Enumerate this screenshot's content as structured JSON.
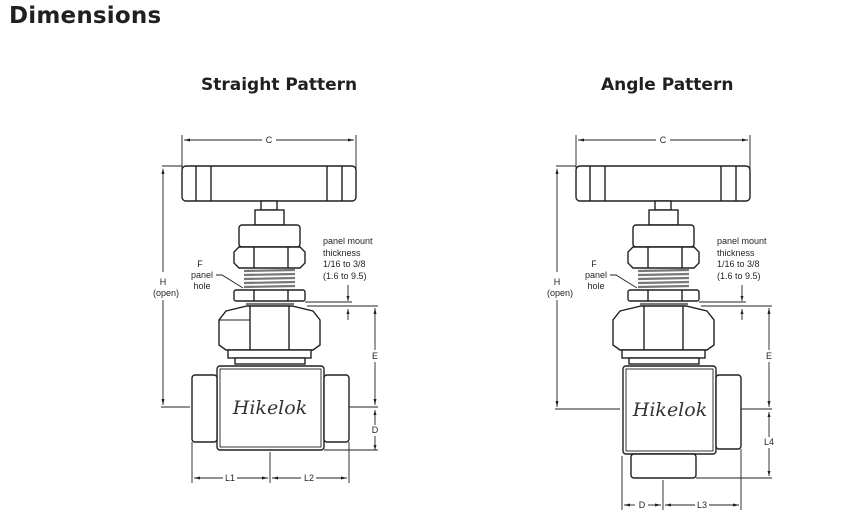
{
  "page": {
    "heading": "Dimensions"
  },
  "figures": [
    {
      "title": "Straight Pattern",
      "brand": "Hikelok",
      "labels": {
        "c": "C",
        "h": "H",
        "h_note": "(open)",
        "f": "F",
        "f_note1": "panel",
        "f_note2": "hole",
        "panel1": "panel mount",
        "panel2": "thickness",
        "panel3": "1/16 to 3/8",
        "panel4": "(1.6 to 9.5)",
        "e": "E",
        "d": "D",
        "l1": "L1",
        "l2": "L2"
      }
    },
    {
      "title": "Angle Pattern",
      "brand": "Hikelok",
      "labels": {
        "c": "C",
        "h": "H",
        "h_note": "(open)",
        "f": "F",
        "f_note1": "panel",
        "f_note2": "hole",
        "panel1": "panel mount",
        "panel2": "thickness",
        "panel3": "1/16 to 3/8",
        "panel4": "(1.6 to 9.5)",
        "e": "E",
        "l4": "L4",
        "d": "D",
        "l3": "L3"
      }
    }
  ]
}
